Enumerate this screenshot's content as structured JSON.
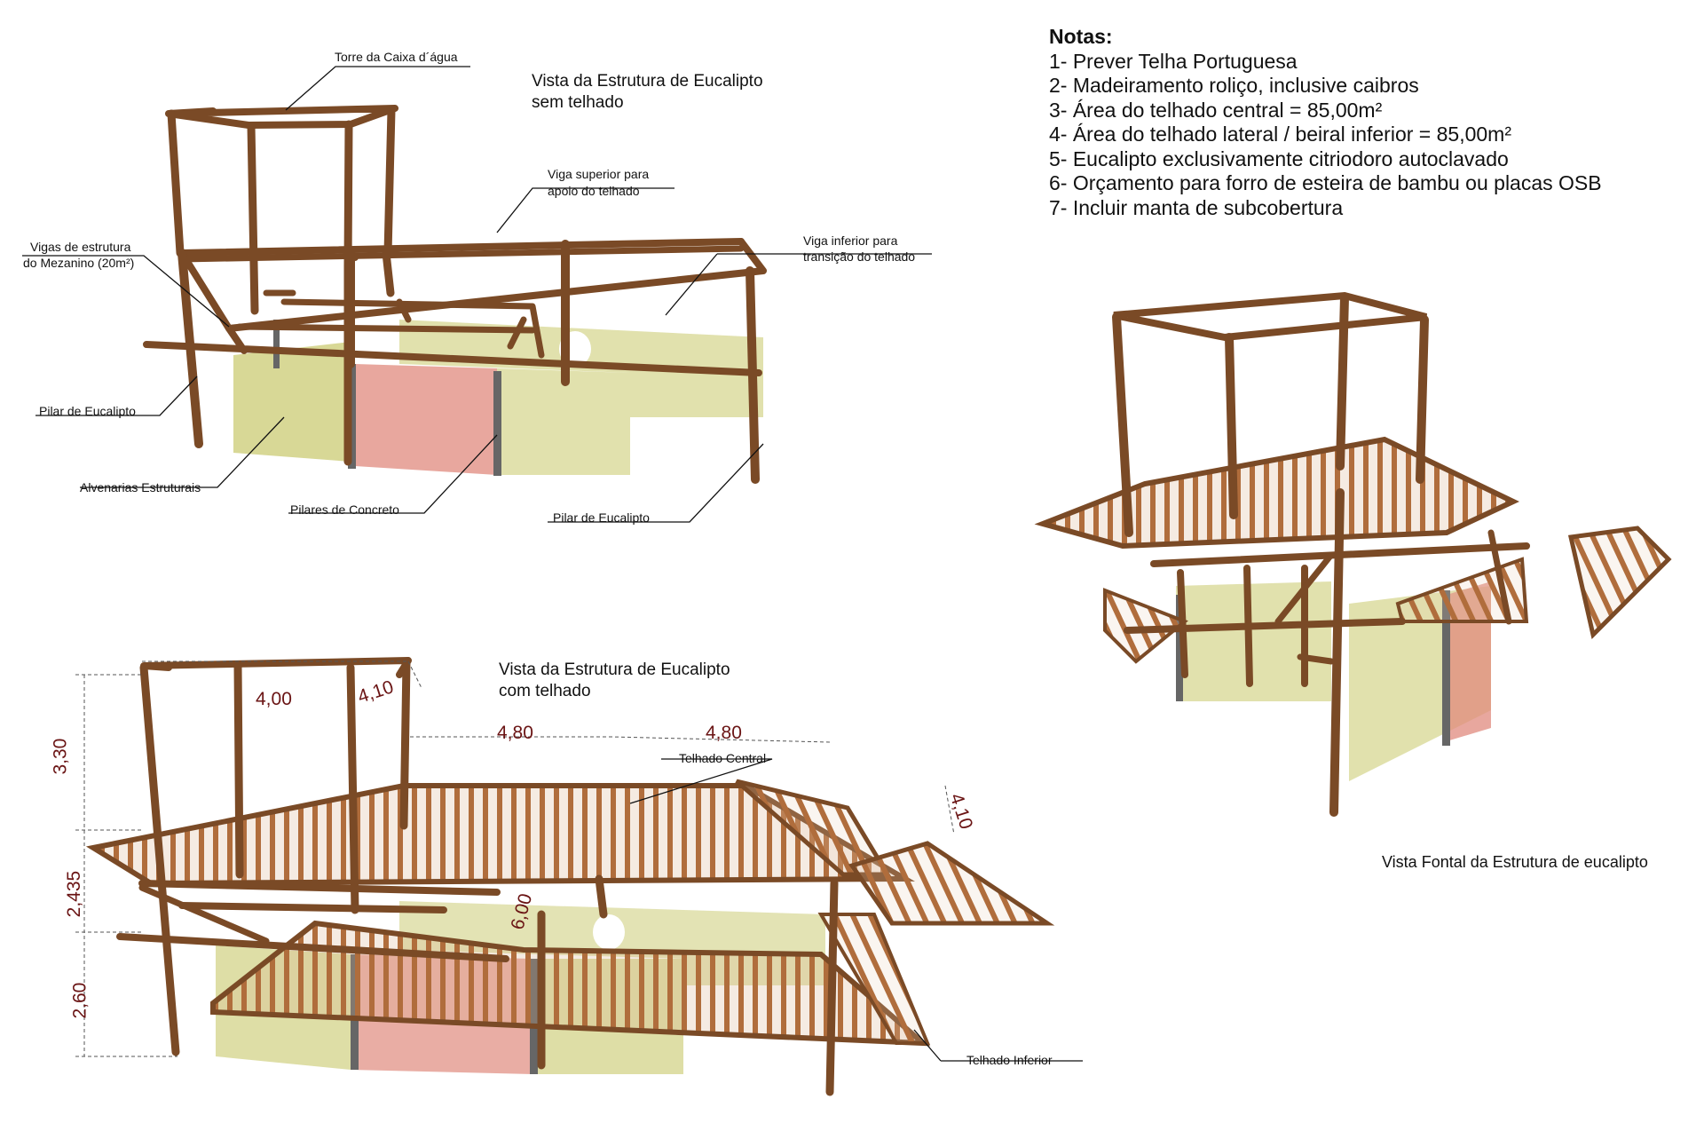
{
  "notes": {
    "title": "Notas:",
    "items": [
      "1- Prever Telha Portuguesa",
      "2- Madeiramento roliço, inclusive caibros",
      "3- Área do telhado central = 85,00m²",
      "4- Área do telhado lateral / beiral inferior = 85,00m²",
      "5- Eucalipto exclusivamente citriodoro autoclavado",
      "6- Orçamento para forro de esteira de bambu ou placas OSB",
      "7- Incluir manta de subcobertura"
    ]
  },
  "view_top": {
    "title_line1": "Vista da Estrutura de Eucalipto",
    "title_line2": "sem telhado",
    "labels": {
      "torre": "Torre da Caixa d´água",
      "viga_superior_1": "Viga superior para",
      "viga_superior_2": "apoio do telhado",
      "vigas_mezanino_1": "Vigas de estrutura",
      "vigas_mezanino_2": "do Mezanino (20m²)",
      "viga_inferior_1": "Viga inferior para",
      "viga_inferior_2": "transição do telhado",
      "pilar_esq": "Pilar de Eucalipto",
      "alvenarias": "Alvenarias Estruturais",
      "pilares_concreto": "Pilares de Concreto",
      "pilar_dir": "Pilar de Eucalipto"
    }
  },
  "view_bottom": {
    "title_line1": "Vista da Estrutura de Eucalipto",
    "title_line2": "com telhado",
    "labels": {
      "telhado_central": "Telhado Central",
      "telhado_inferior": "Telhado Inferior"
    },
    "dimensions": {
      "d_4_00": "4,00",
      "d_4_10_top": "4,10",
      "d_4_80_a": "4,80",
      "d_4_80_b": "4,80",
      "d_3_30": "3,30",
      "d_4_10_right": "4,10",
      "d_2_435": "2,435",
      "d_6_00": "6,00",
      "d_2_60": "2,60"
    }
  },
  "view_front": {
    "title": "Vista Fontal da Estrutura de eucalipto"
  },
  "colors": {
    "wood": "#7a4a26",
    "wood_light": "#b5713f",
    "wall_yellow": "#c8c86a",
    "wall_red": "#d98a80",
    "concrete": "#666666",
    "dimension": "#6a1414",
    "leader": "#111111"
  }
}
